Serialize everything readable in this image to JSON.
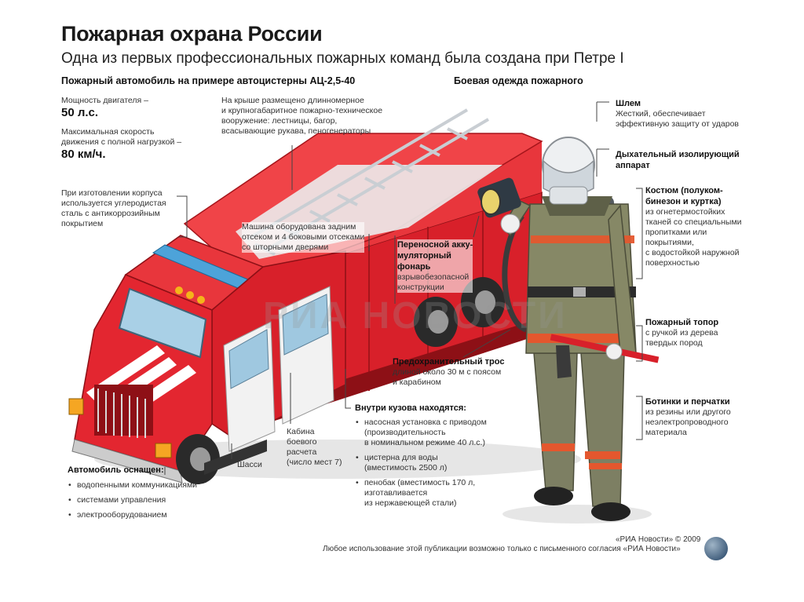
{
  "header": {
    "title": "Пожарная охрана России",
    "subtitle": "Одна из первых профессиональных пожарных команд была создана при Петре I"
  },
  "truck_section": {
    "heading": "Пожарный автомобиль на примере автоцистерны АЦ-2,5-40",
    "engine_power_label": "Мощность двигателя –",
    "engine_power_value": "50 л.с.",
    "max_speed_label_1": "Максимальная скорость",
    "max_speed_label_2": "движения с полной нагрузкой –",
    "max_speed_value": "80 км/ч.",
    "body_note_lines": [
      "При изготовлении корпуса",
      "используется углеродистая",
      "сталь с антикоррозийным",
      "покрытием"
    ],
    "roof_note_lines": [
      "На крыше размещено длинномерное",
      "и крупногабаритное пожарно-техническое",
      "вооружение: лестницы, багор,",
      "всасывающие рукава, пеногенераторы"
    ],
    "compartments_note_lines": [
      "Машина оборудована задним",
      "отсеком и 4 боковыми отсеками",
      "со шторными дверями"
    ],
    "cabin_note_lines": [
      "Кабина",
      "боевого",
      "расчета",
      "(число мест 7)"
    ],
    "chassis_label": "Шасси",
    "equipped_heading": "Автомобиль оснащен:",
    "equipped_items": [
      "водопенными коммуникациями",
      "системами управления",
      "электрооборудованием"
    ],
    "inside_heading": "Внутри кузова находятся:",
    "inside_items": [
      [
        "насосная установка с приводом",
        "(производительность",
        "в номинальном режиме 40 л.с.)"
      ],
      [
        "цистерна для воды",
        "(вместимость 2500 л)"
      ],
      [
        "пенобак (вместимость 170 л,",
        "изготавливается",
        "из нержавеющей стали)"
      ]
    ],
    "lamp_title_lines": [
      "Переносной акку-",
      "муляторный",
      "фонарь"
    ],
    "lamp_desc_lines": [
      "взрывобезопасной",
      "конструкции"
    ],
    "rope_title": "Предохранительный трос",
    "rope_desc_lines": [
      "длиной около 30 м с поясом",
      "и карабином"
    ]
  },
  "gear_section": {
    "heading": "Боевая одежда пожарного",
    "helmet_title": "Шлем",
    "helmet_desc_lines": [
      "Жесткий, обеспечивает",
      "эффективную защиту от ударов"
    ],
    "breathing_title_lines": [
      "Дыхательный изолирующий",
      "аппарат"
    ],
    "suit_title_lines": [
      "Костюм (полуком-",
      "бинезон и куртка)"
    ],
    "suit_desc_lines": [
      "из огнетермостойких",
      "тканей со специальными",
      "пропитками или",
      "покрытиями,",
      "с водостойкой наружной",
      "поверхностью"
    ],
    "axe_title": "Пожарный топор",
    "axe_desc_lines": [
      "с ручкой из дерева",
      "твердых пород"
    ],
    "boots_title": "Ботинки и перчатки",
    "boots_desc_lines": [
      "из резины или другого",
      "неэлектропроводного",
      "материала"
    ]
  },
  "footer": {
    "copyright": "«РИА Новости» © 2009",
    "usage_note": "Любое использование этой публикации возможно только с письменного согласия «РИА Новости»"
  },
  "watermark": "РИА НОВОСТИ",
  "colors": {
    "truck_red": "#d8202a",
    "truck_dark_red": "#9e1218",
    "suit_khaki": "#7d7f63",
    "reflective_stripe": "#e4572e",
    "helmet_white": "#eef0f2"
  }
}
